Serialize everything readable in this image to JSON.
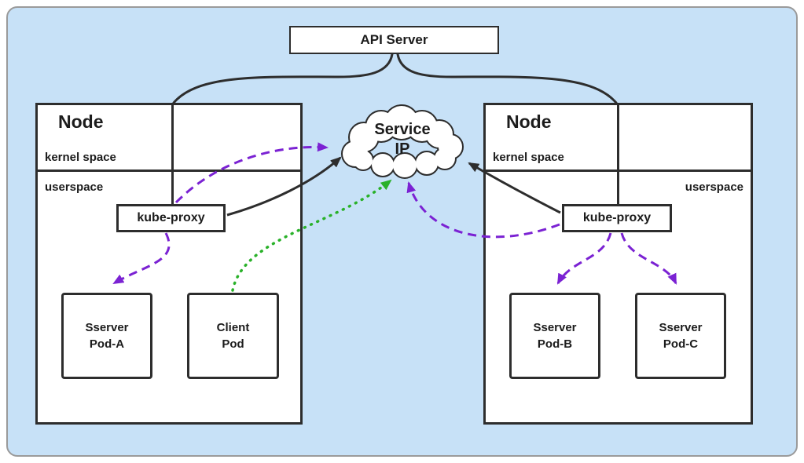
{
  "api_server": {
    "label": "API Server"
  },
  "service_cloud": {
    "line1": "Service",
    "line2": "IP"
  },
  "nodes": {
    "left": {
      "title": "Node",
      "kernel_space": "kernel space",
      "userspace": "userspace",
      "kube_proxy": "kube-proxy",
      "pods": [
        {
          "line1": "Sserver",
          "line2": "Pod-A"
        },
        {
          "line1": "Client",
          "line2": "Pod"
        }
      ]
    },
    "right": {
      "title": "Node",
      "kernel_space": "kernel space",
      "userspace": "userspace",
      "kube_proxy": "kube-proxy",
      "pods": [
        {
          "line1": "Sserver",
          "line2": "Pod-B"
        },
        {
          "line1": "Sserver",
          "line2": "Pod-C"
        }
      ]
    }
  },
  "colors": {
    "background": "#c7e1f7",
    "line": "#2d2d2d",
    "purple": "#7b22d3",
    "green": "#29b129"
  }
}
